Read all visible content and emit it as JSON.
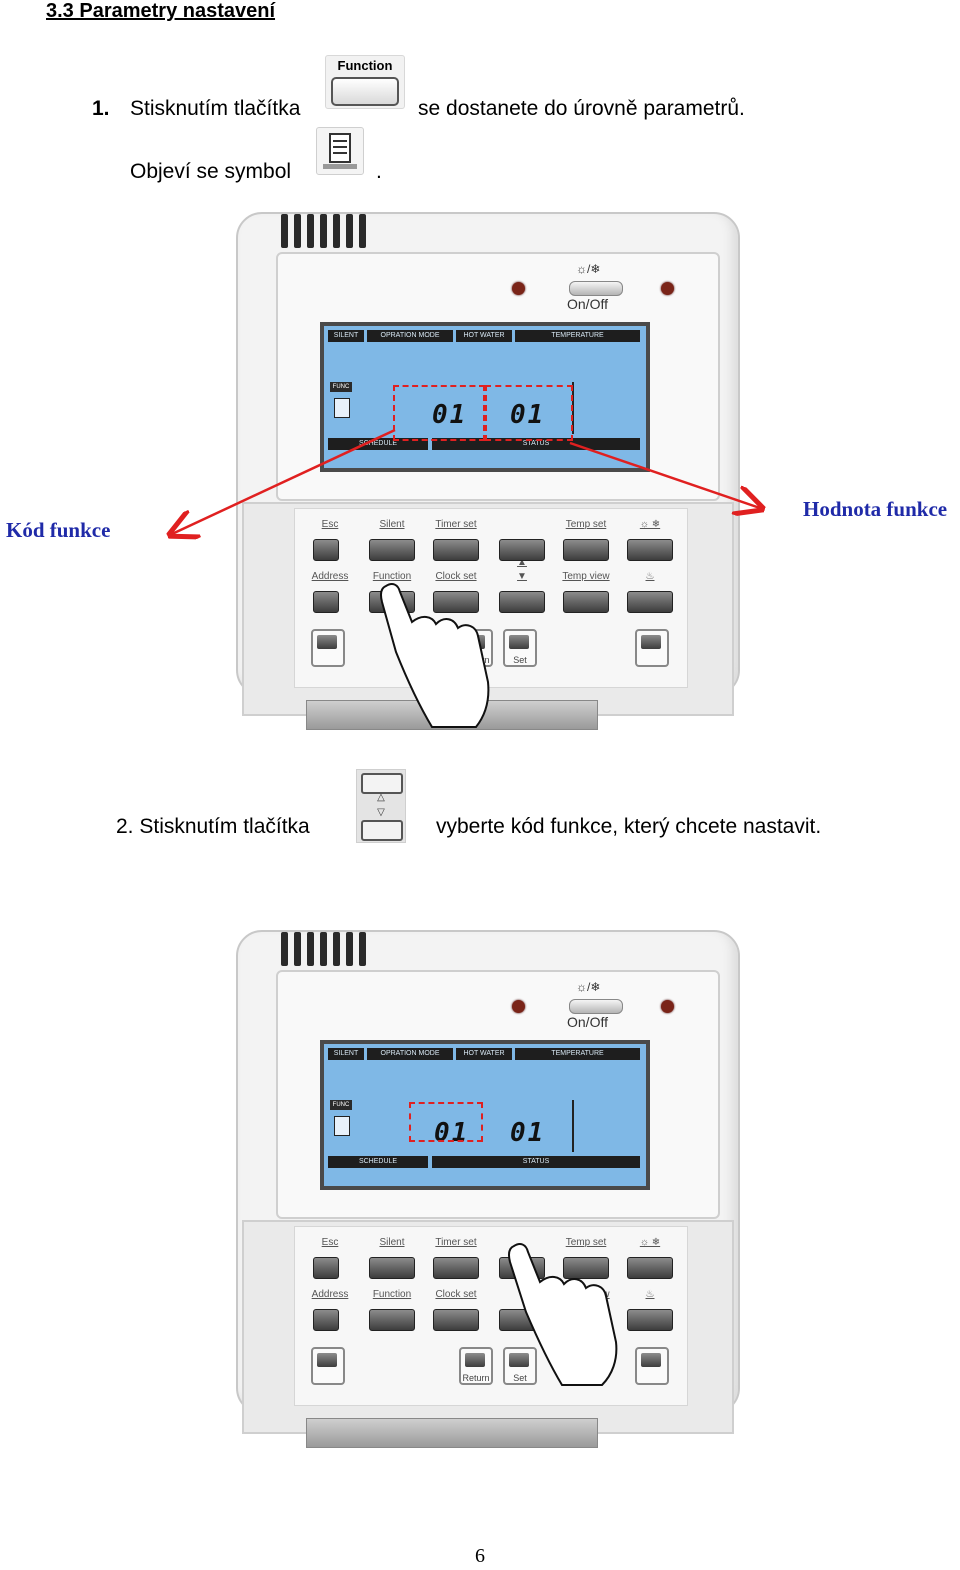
{
  "heading": "3.3   Parametry nastavení",
  "step1": {
    "num": "1.",
    "before": "Stisknutím tlačítka",
    "after": "se dostanete do úrovně parametrů.",
    "line2": "Objeví se symbol",
    "line2_end": ".",
    "button_label": "Function"
  },
  "step2": {
    "prefix": "2. Stisknutím tlačítka",
    "after": "vyberte kód funkce, který chcete nastavit.",
    "up_glyph": "△",
    "down_glyph": "▽"
  },
  "callouts": {
    "left": "Kód funkce",
    "right": "Hodnota funkce"
  },
  "controller": {
    "mode_symbols": "☼/❄",
    "onoff": "On/Off",
    "lcd": {
      "top_labels": [
        "SILENT",
        "OPRATION MODE",
        "HOT WATER",
        "TEMPERATURE"
      ],
      "func_tag": "FUNC",
      "code": "01",
      "value": "01",
      "bottom_labels": [
        "SCHEDULE",
        "STATUS"
      ]
    },
    "keys": {
      "esc": "Esc",
      "silent": "Silent",
      "timer_set": "Timer set",
      "temp_set": "Temp set",
      "sun_snow": "☼ ❄",
      "address": "Address",
      "function": "Function",
      "clock_set": "Clock set",
      "up": "▲",
      "down": "▼",
      "temp_view": "Temp view",
      "water": "♨",
      "return": "Return",
      "set": "Set"
    }
  },
  "page_number": "6"
}
